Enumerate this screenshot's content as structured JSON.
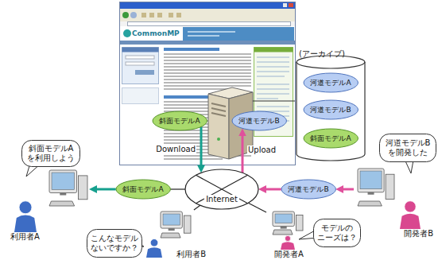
{
  "diagram": {
    "nodes": [
      {
        "text": [
          "(アーカイブ)"
        ]
      },
      {
        "text": [
          "河道モデルA"
        ],
        "in": 0
      },
      {
        "text": [
          "河道モデルB"
        ],
        "in": 0
      },
      {
        "text": [
          "斜面モデルA"
        ],
        "in": 0
      },
      {
        "text": [
          "斜面モデルA"
        ]
      },
      {
        "text": [
          "河道モデルB"
        ]
      },
      {
        "text": [
          "斜面モデルA を利用しよう"
        ]
      },
      {
        "text": [
          "利用者A"
        ]
      },
      {
        "text": [
          "斜面モデルA"
        ]
      },
      {
        "text": [
          "Internet"
        ]
      },
      {
        "text": [
          "河道モデルB"
        ]
      },
      {
        "text": [
          "河道モデルB を開発した"
        ]
      },
      {
        "text": [
          "開発者B"
        ]
      },
      {
        "text": [
          "こんなモデル ないですか？"
        ]
      },
      {
        "text": [
          "利用者B"
        ]
      },
      {
        "text": [
          "モデルの ニーズは？"
        ]
      },
      {
        "text": [
          "開発者A"
        ]
      }
    ],
    "edges": [
      {
        "from": 4,
        "to": 9,
        "arrow": "to",
        "label": "Download"
      },
      {
        "from": 9,
        "to": 5,
        "arrow": "to",
        "label": "Upload"
      },
      {
        "from": 9,
        "to": 8,
        "arrow": "none"
      },
      {
        "from": 8,
        "to": 7,
        "arrow": "to"
      },
      {
        "from": 12,
        "to": 10,
        "arrow": "to"
      },
      {
        "from": 10,
        "to": 9,
        "arrow": "to"
      },
      {
        "from": 14,
        "to": 9,
        "arrow": "none"
      },
      {
        "from": 16,
        "to": 9,
        "arrow": "none"
      }
    ],
    "labels": [
      "CommonMP"
    ]
  }
}
